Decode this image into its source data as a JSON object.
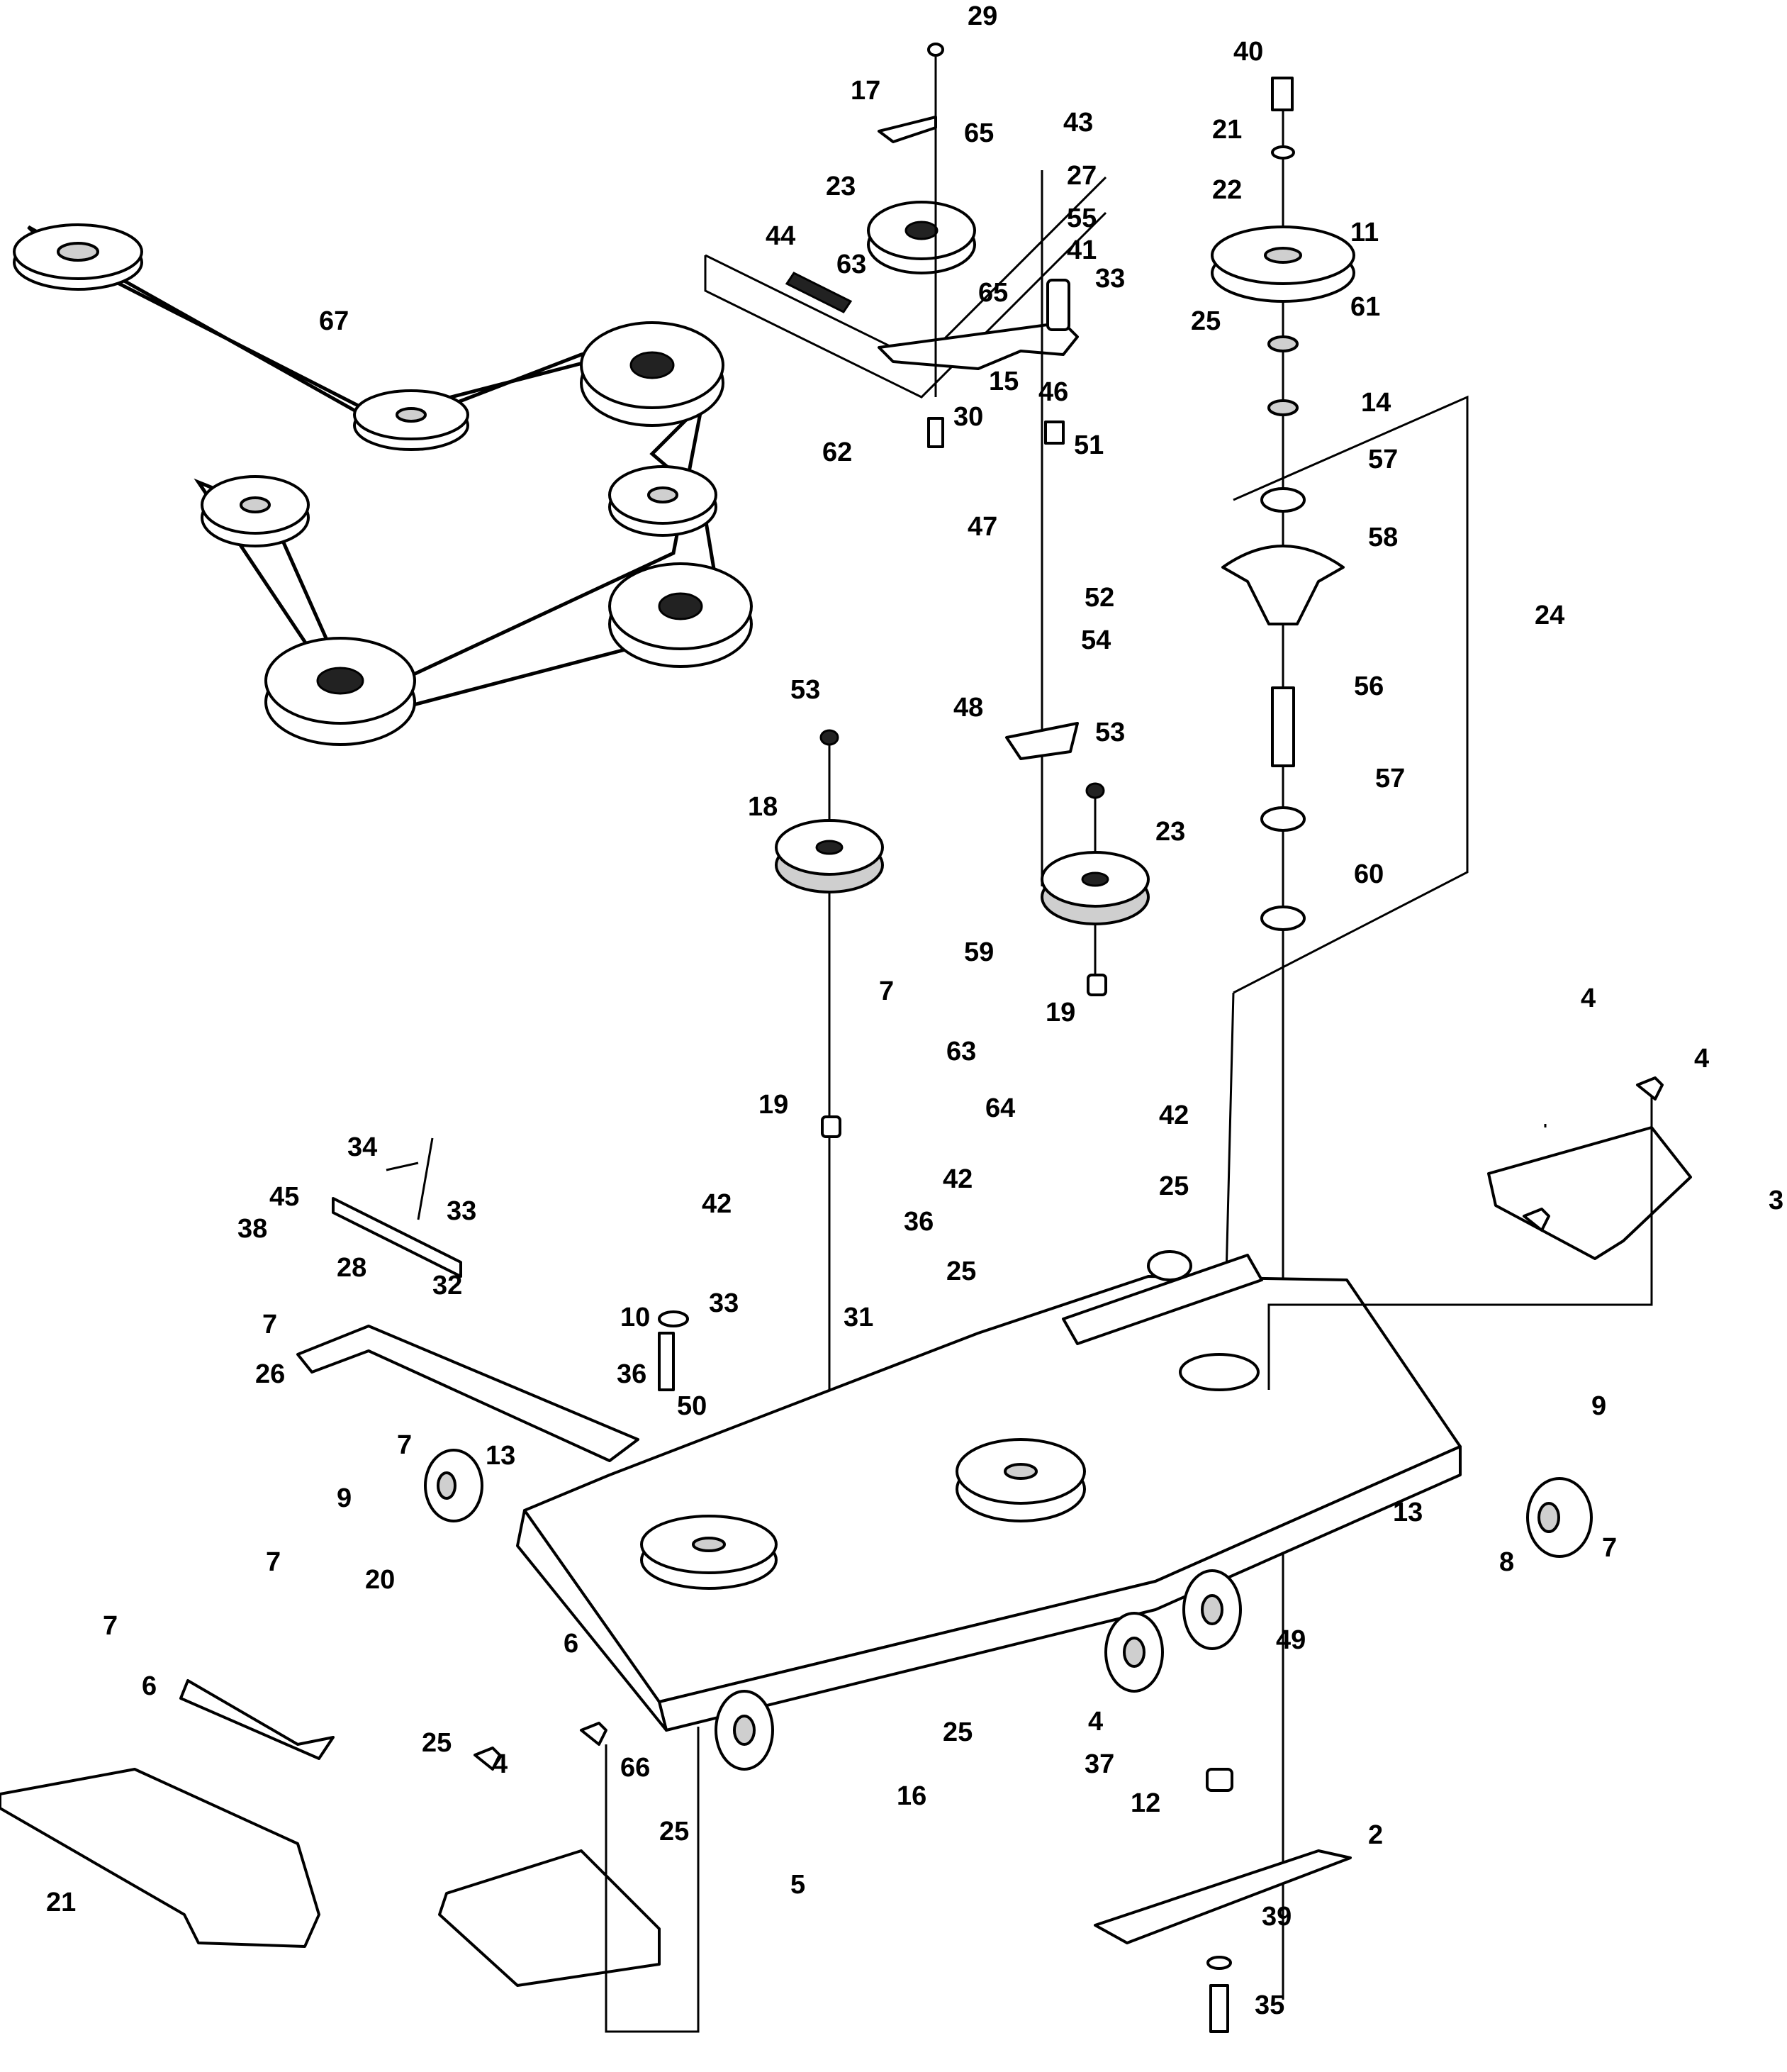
{
  "callouts": [
    "29",
    "17",
    "65",
    "40",
    "43",
    "21",
    "27",
    "23",
    "22",
    "55",
    "44",
    "63",
    "41",
    "11",
    "33",
    "65",
    "25",
    "61",
    "67",
    "15",
    "46",
    "14",
    "30",
    "51",
    "57",
    "62",
    "58",
    "47",
    "52",
    "24",
    "54",
    "56",
    "48",
    "53",
    "53",
    "18",
    "23",
    "57",
    "60",
    "59",
    "19",
    "4",
    "7",
    "63",
    "4",
    "64",
    "19",
    "42",
    "34",
    "36",
    "3",
    "45",
    "38",
    "33",
    "42",
    "42",
    "28",
    "25",
    "25",
    "33",
    "32",
    "7",
    "31",
    "10",
    "26",
    "36",
    "50",
    "9",
    "7",
    "13",
    "9",
    "7",
    "13",
    "8",
    "20",
    "6",
    "7",
    "7",
    "49",
    "6",
    "25",
    "25",
    "4",
    "4",
    "66",
    "16",
    "37",
    "12",
    "2",
    "25",
    "5",
    "21",
    "39",
    "35"
  ]
}
